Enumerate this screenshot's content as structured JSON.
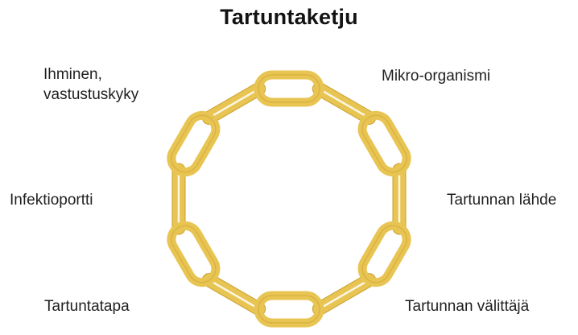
{
  "title": "Tartuntaketju",
  "chain_color": "#e8c452",
  "chain_shadow": "#c9a12f",
  "links": [
    {
      "label_lines": [
        "Mikro-organismi"
      ]
    },
    {
      "label_lines": [
        "Tartunnan lähde"
      ]
    },
    {
      "label_lines": [
        "Tartunnan välittäjä"
      ]
    },
    {
      "label_lines": [
        "Tartuntatapa"
      ]
    },
    {
      "label_lines": [
        "Infektioportti"
      ]
    },
    {
      "label_lines": [
        "Ihminen,",
        "vastustuskyky"
      ]
    }
  ]
}
